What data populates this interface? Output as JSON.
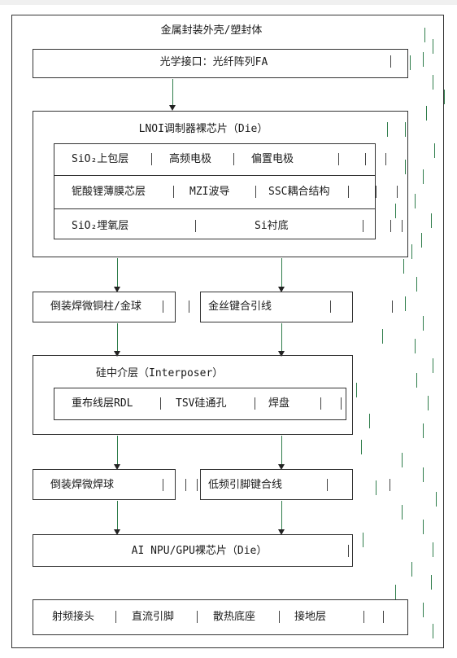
{
  "title": "金属封装外壳/塑封体",
  "optical_interface": "光学接口：光纤阵列FA",
  "lnoi": {
    "title": "LNOI调制器裸芯片（Die）",
    "row1": [
      "SiO₂上包层",
      "高频电极",
      "偏置电极"
    ],
    "row2": [
      "铌酸锂薄膜芯层",
      "MZI波导",
      "SSC耦合结构"
    ],
    "row3": [
      "SiO₂埋氧层",
      "Si衬底"
    ]
  },
  "bond_upper": {
    "left": "倒装焊微铜柱/金球",
    "right": "金丝键合引线"
  },
  "interposer": {
    "title": "硅中介层（Interposer）",
    "items": [
      "重布线层RDL",
      "TSV硅通孔",
      "焊盘"
    ]
  },
  "bond_lower": {
    "left": "倒装焊微焊球",
    "right": "低频引脚键合线"
  },
  "npu": "AI NPU/GPU裸芯片（Die）",
  "bottom": [
    "射频接头",
    "直流引脚",
    "散热底座",
    "接地层"
  ]
}
